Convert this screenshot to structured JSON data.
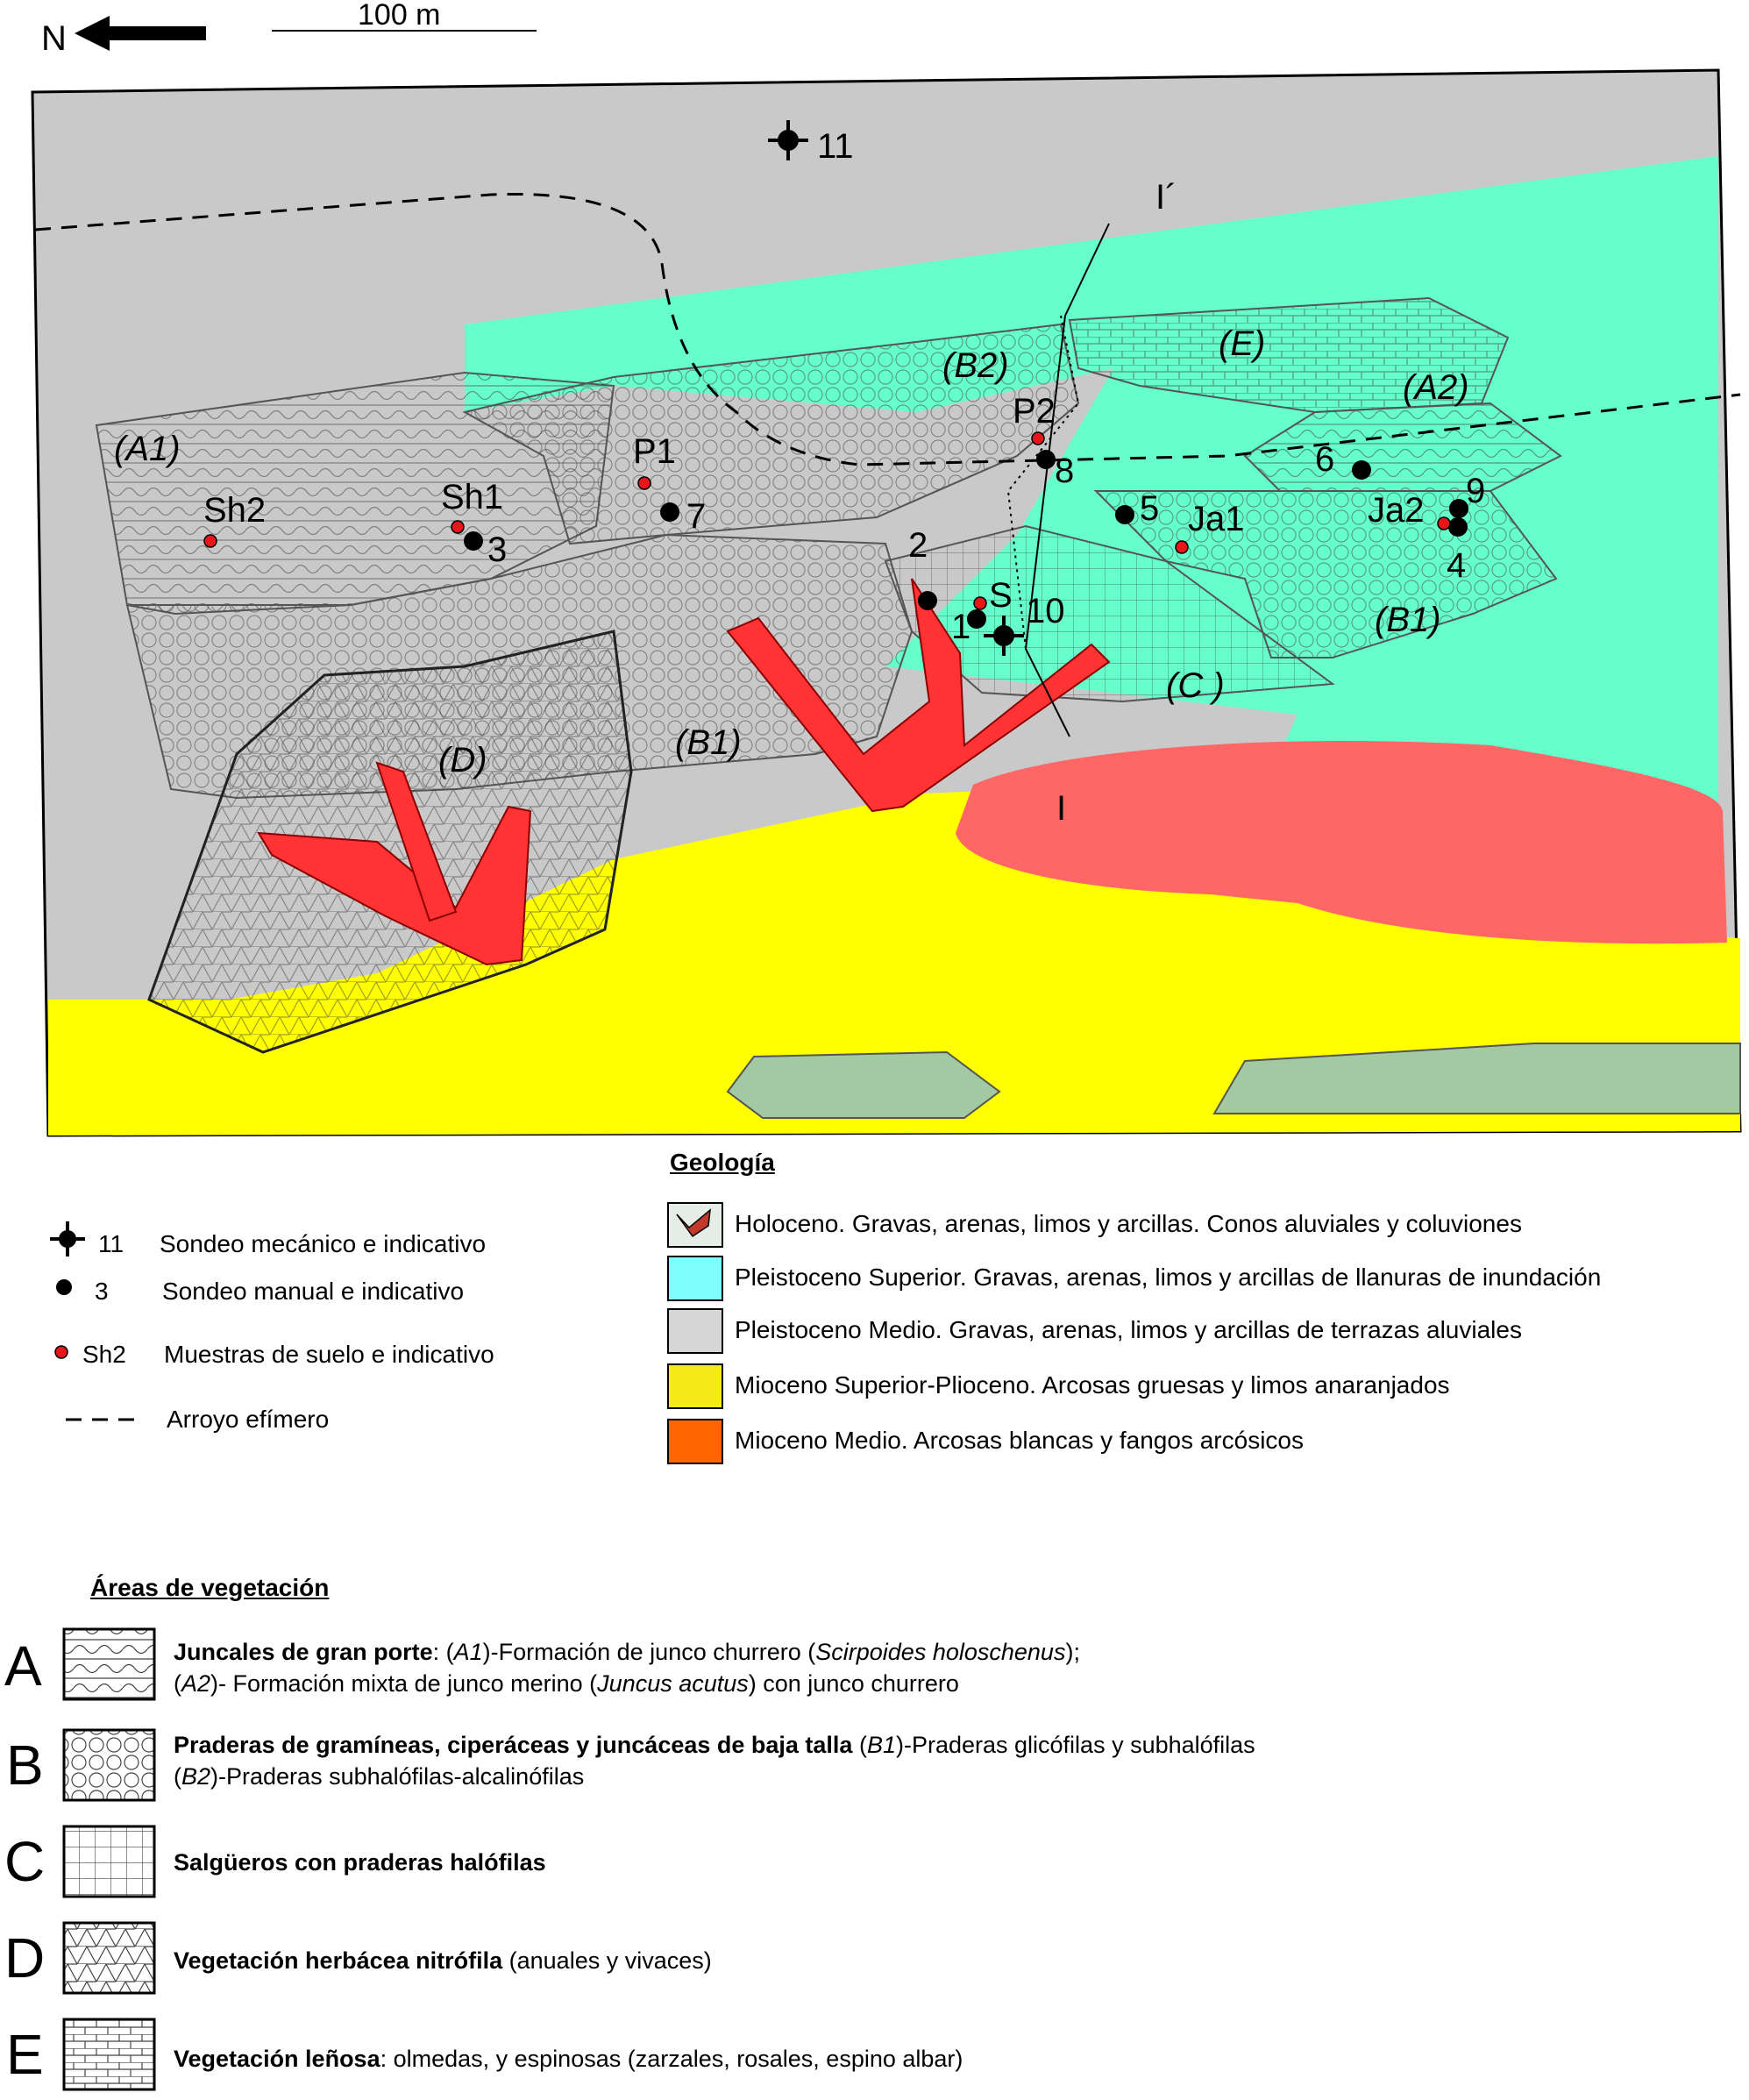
{
  "header": {
    "north_label": "N",
    "scale_label": "100 m"
  },
  "map": {
    "area_labels": [
      "(A1)",
      "(A2)",
      "(B1)",
      "(B2)",
      "(B1)",
      "(C )",
      "(D)",
      "(E)"
    ],
    "cross_section": {
      "start": "I",
      "end": "I´"
    },
    "points": {
      "mechanical": [
        "11",
        "10"
      ],
      "manual": [
        "2",
        "1",
        "3",
        "4",
        "5",
        "6",
        "7",
        "8",
        "9"
      ],
      "soil": [
        "Sh1",
        "Sh2",
        "P1",
        "P2",
        "S",
        "Ja1",
        "Ja2"
      ]
    }
  },
  "symbols_legend": [
    {
      "icon": "mechanical-borehole-icon",
      "code": "11",
      "text": "Sondeo mecánico e indicativo"
    },
    {
      "icon": "manual-borehole-icon",
      "code": "3",
      "text": "Sondeo manual e indicativo"
    },
    {
      "icon": "soil-sample-icon",
      "code": "Sh2",
      "text": "Muestras de suelo e indicativo"
    },
    {
      "icon": "dashed-line-icon",
      "code": "",
      "text": "Arroyo efímero"
    }
  ],
  "geology": {
    "title": "Geología",
    "items": [
      {
        "color": "#e6ece6",
        "text": "Holoceno. Gravas, arenas, limos y arcillas. Conos aluviales y coluviones"
      },
      {
        "color": "#80ffff",
        "text": "Pleistoceno Superior. Gravas, arenas, limos y arcillas de llanuras de inundación"
      },
      {
        "color": "#d6d6d6",
        "text": "Pleistoceno Medio. Gravas, arenas, limos y arcillas de terrazas aluviales"
      },
      {
        "color": "#f5ea19",
        "text": "Mioceno Superior-Plioceno. Arcosas gruesas y limos anaranjados"
      },
      {
        "color": "#ff6600",
        "text": "Mioceno Medio. Arcosas blancas y fangos arcósicos"
      }
    ]
  },
  "vegetation": {
    "title": "Áreas de vegetación",
    "items": [
      {
        "letter": "A",
        "pattern": "reeds-pattern",
        "line1": {
          "bold": "Juncales de gran porte",
          "t1": ": (",
          "i1": "A1",
          "t2": ")-Formación de junco churrero (",
          "i2": "Scirpoides holoschenus",
          "t3": ");"
        },
        "line2": {
          "t1": "(",
          "i1": "A2",
          "t2": ")- Formación mixta de junco merino (",
          "i2": "Juncus acutus",
          "t3": ") con junco churrero"
        }
      },
      {
        "letter": "B",
        "pattern": "grassland-pattern",
        "line1": {
          "bold": "Praderas de gramíneas, ciperáceas y juncáceas de baja talla",
          "t1": " (",
          "i1": "B1",
          "t2": ")-Praderas glicófilas y subhalófilas"
        },
        "line2": {
          "t1": "(",
          "i1": "B2",
          "t2": ")-Praderas subhalófilas-alcalinófilas"
        }
      },
      {
        "letter": "C",
        "pattern": "grid-pattern",
        "bold": "Salgüeros con praderas halófilas",
        "rest": ""
      },
      {
        "letter": "D",
        "pattern": "triangle-pattern",
        "bold": "Vegetación herbácea nitrófila",
        "rest": " (anuales y vivaces)"
      },
      {
        "letter": "E",
        "pattern": "brick-pattern",
        "bold": "Vegetación leñosa",
        "rest": ": olmedas, y espinosas (zarzales, rosales, espino albar)"
      }
    ]
  },
  "colors": {
    "pleistocene_medio": "#c9c9c9",
    "pleistocene_superior": "#66ffcc",
    "mioceno_superior": "#ffff00",
    "mioceno_medio": "#ff6666",
    "holoceno_cones": "#ff3333",
    "green_outcrop": "#a3c9a3"
  }
}
